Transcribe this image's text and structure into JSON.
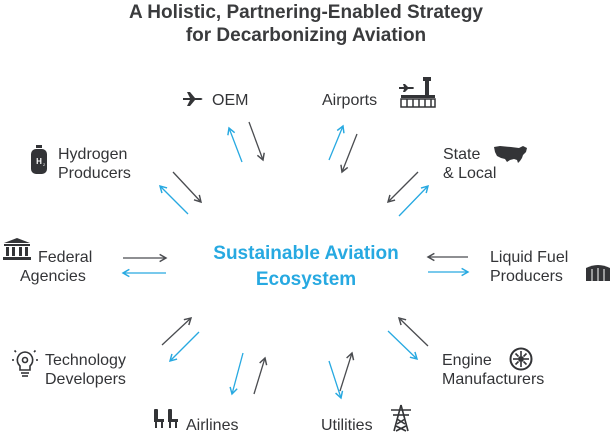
{
  "title": {
    "line1": "A Holistic, Partnering-Enabled Strategy",
    "line2": "for Decarbonizing Aviation"
  },
  "center": {
    "line1": "Sustainable Aviation",
    "line2": "Ecosystem"
  },
  "nodes": {
    "oem": {
      "label": "OEM",
      "icon": "airplane-icon"
    },
    "airports": {
      "label": "Airports",
      "icon": "airport-terminal-icon"
    },
    "state_local": {
      "line1": "State",
      "line2": "& Local",
      "icon": "usa-map-icon"
    },
    "liquid_fuel": {
      "line1": "Liquid Fuel",
      "line2": "Producers",
      "icon": "fuel-tank-icon"
    },
    "engine": {
      "line1": "Engine",
      "line2": "Manufacturers",
      "icon": "engine-icon"
    },
    "utilities": {
      "label": "Utilities",
      "icon": "power-tower-icon"
    },
    "airlines": {
      "label": "Airlines",
      "icon": "airline-seats-icon"
    },
    "technology": {
      "line1": "Technology",
      "line2": "Developers",
      "icon": "lightbulb-gear-icon"
    },
    "federal": {
      "line1": "Federal",
      "line2": "Agencies",
      "icon": "government-building-icon"
    },
    "hydrogen": {
      "line1": "Hydrogen",
      "line2": "Producers",
      "icon": "hydrogen-tank-icon"
    }
  },
  "colors": {
    "outbound_arrow": "#27a9e1",
    "inbound_arrow": "#4a4c50",
    "text": "#333437",
    "accent": "#27a9e1"
  }
}
